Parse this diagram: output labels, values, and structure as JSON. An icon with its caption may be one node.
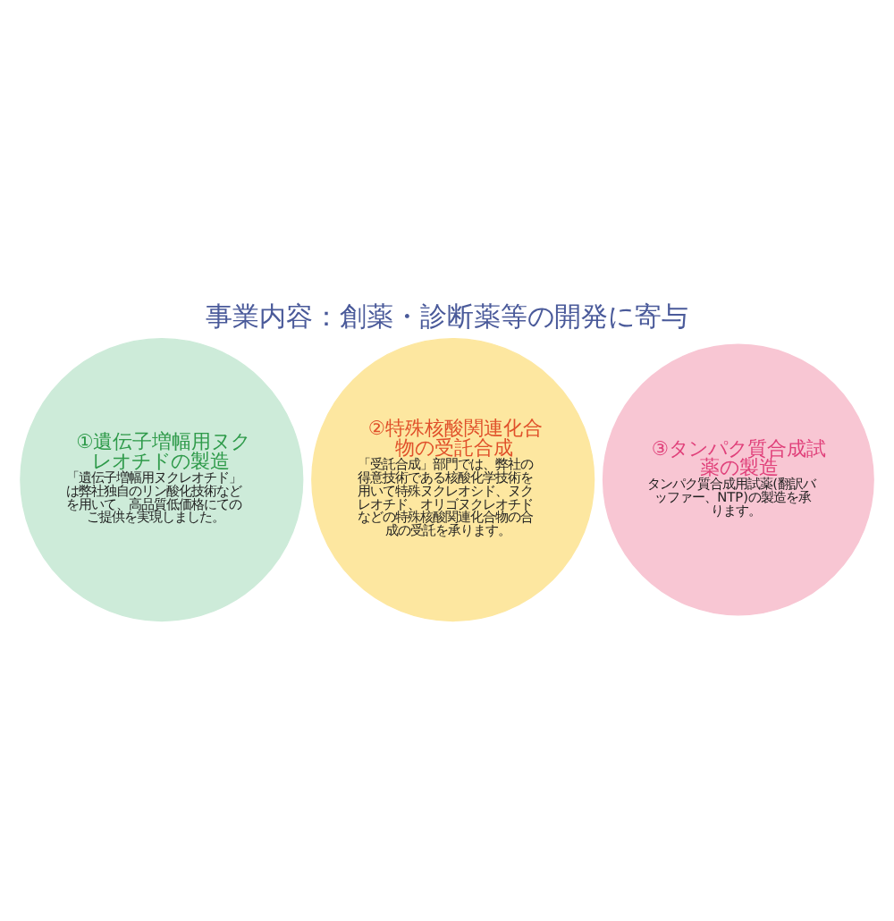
{
  "diagram": {
    "title": "事業内容：創薬・診断薬等の開発に寄与",
    "nodes": [
      {
        "text": [
          "①遺伝子増幅用ヌクレオチドの製造",
          "「遺伝子増幅用ヌクレオチド」は弊社独自のリン酸化技術などを用いて、高品質低価格にてのご提供を実現しました。"
        ]
      },
      {
        "text": [
          "②特殊核酸関連化合物の受託合成",
          "「受託合成」部門では、弊社の得意技術である核酸化学技術を用いて特殊ヌクレオシド、ヌクレオチド、オリゴヌクレオチドなどの特殊核酸関連化合物の合成の受託を承ります。"
        ]
      },
      {
        "text": [
          "③タンパク質合成試薬の製造",
          "タンパク質合成用試薬(翻訳バッファー、NTP)の製造を承ります。"
        ]
      }
    ]
  }
}
